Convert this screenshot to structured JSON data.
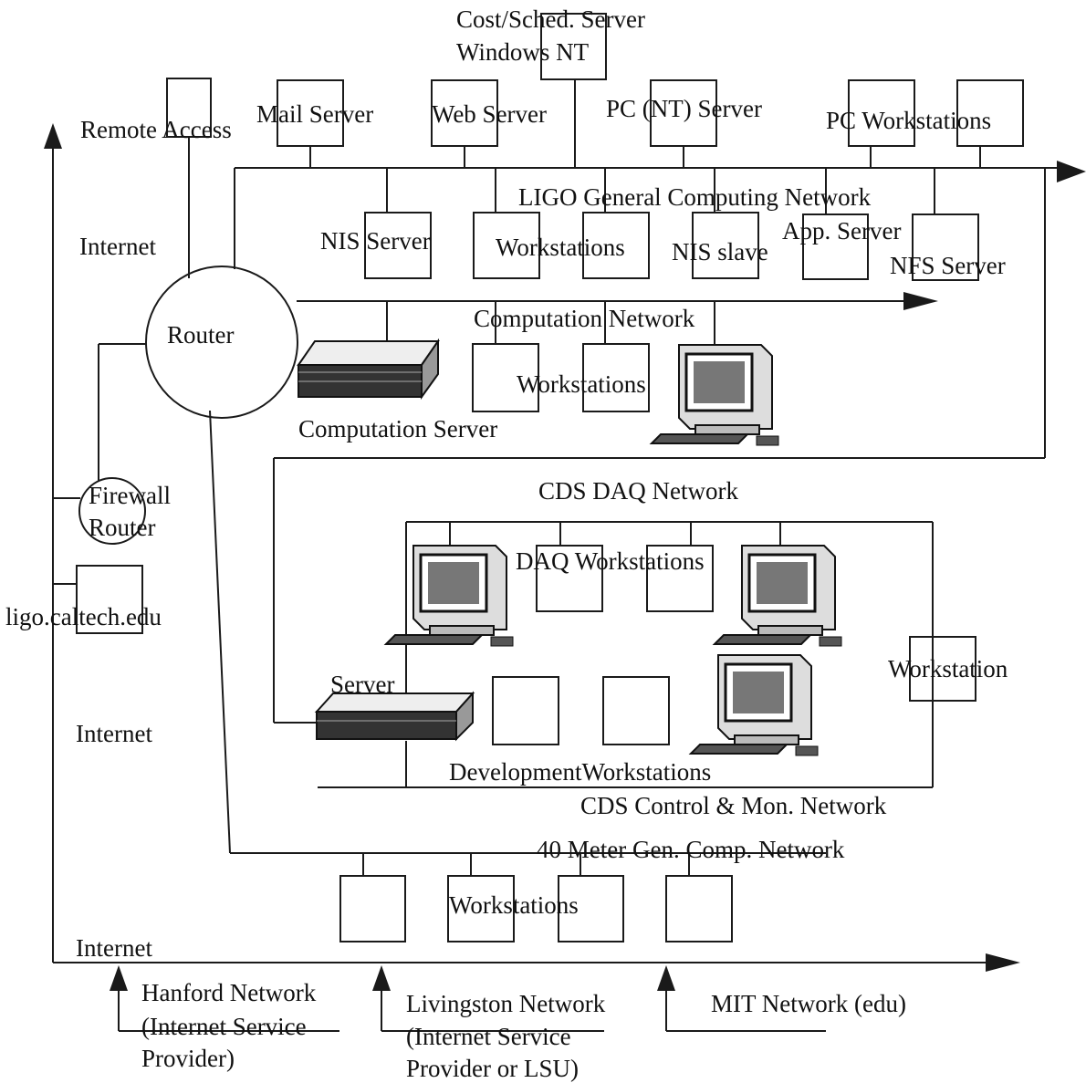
{
  "labels": {
    "cost_server": "Cost/Sched. Server",
    "windows_nt": "Windows NT",
    "remote_access": "Remote Access",
    "mail_server": "Mail Server",
    "web_server": "Web Server",
    "pc_nt_server": "PC (NT) Server",
    "pc_workstations": "PC Workstations",
    "general_network": "LIGO General Computing Network",
    "internet_top": "Internet",
    "nis_server": "NIS Server",
    "gen_workstations": "Workstations",
    "nis_slave": "NIS slave",
    "app_server": "App. Server",
    "nfs_server": "NFS Server",
    "router": "Router",
    "computation_network": "Computation Network",
    "comp_workstations": "Workstations",
    "computation_server": "Computation Server",
    "cds_daq_network": "CDS DAQ Network",
    "firewall": "Firewall",
    "firewall_router": "Router",
    "daq_workstations": "DAQ Workstations",
    "ligo_caltech": "ligo.caltech.edu",
    "server": "Server",
    "workstation": "Workstation",
    "internet_mid": "Internet",
    "development_workstations": "DevelopmentWorkstations",
    "cds_control_network": "CDS Control & Mon. Network",
    "forty_meter_network": "40 Meter Gen. Comp. Network",
    "forty_workstations": "Workstations",
    "internet_bottom": "Internet",
    "hanford_1": "Hanford Network",
    "hanford_2": "(Internet Service",
    "hanford_3": "Provider)",
    "livingston_1": "Livingston Network",
    "livingston_2": "(Internet Service",
    "livingston_3": "Provider or LSU)",
    "mit": "MIT Network (edu)"
  }
}
